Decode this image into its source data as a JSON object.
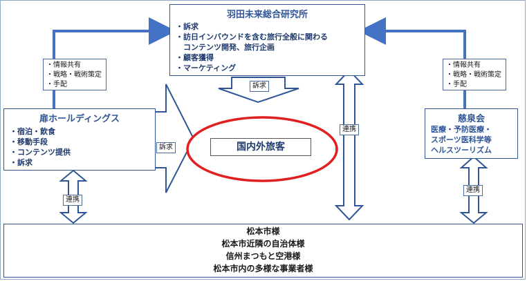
{
  "top_box": {
    "title": "羽田未来総合研究所",
    "items": [
      "・訴求",
      "・訪日インバウンドを含む旅行全般に関わる",
      "　コンテンツ開発、旅行企画",
      "・顧客獲得",
      "・マーケティング"
    ]
  },
  "left_box": {
    "title": "扉ホールディングス",
    "items": [
      "・宿泊・飲食",
      "・移動手段",
      "・コンテンツ提供",
      "・訴求"
    ]
  },
  "right_box": {
    "title": "慈泉会",
    "items": [
      "医療・予防医療・",
      "スポーツ医科学等",
      "ヘルスツーリズム"
    ]
  },
  "left_info": [
    "・情報共有",
    "・戦略・戦術策定",
    "・手配"
  ],
  "right_info": [
    "・情報共有",
    "・戦略・戦術策定",
    "・手配"
  ],
  "center": {
    "label": "国内外旅客"
  },
  "labels": {
    "top_arrow": "訴求",
    "left_arrow": "訴求",
    "vertical_center": "連携",
    "vertical_left": "連携",
    "vertical_right": "連携"
  },
  "bottom_box": {
    "lines": [
      "松本市様",
      "松本市近隣の自治体様",
      "信州まつもと空港様",
      "松本市内の多様な事業者様"
    ]
  }
}
